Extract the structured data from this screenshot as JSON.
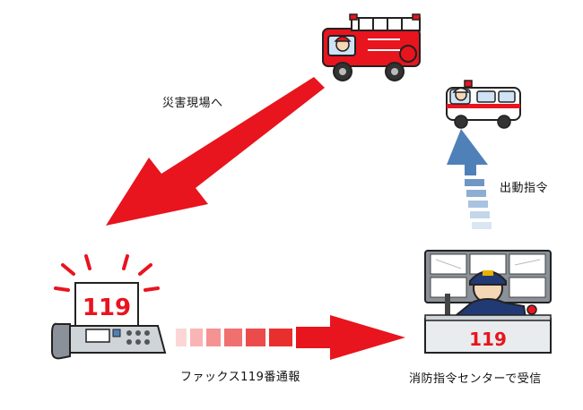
{
  "labels": {
    "to_disaster_site": "災害現場へ",
    "dispatch_order": "出動指令",
    "fax_report": "ファックス119番通報",
    "received_by_center": "消防指令センターで受信"
  },
  "fax": {
    "sheet_number": "119"
  },
  "center": {
    "desk_number": "119"
  },
  "colors": {
    "red": "#e8141e",
    "light_red": "#f9a8a8",
    "blue": "#4f81b8",
    "light_blue": "#c7dbee",
    "dark_blue": "#223a74",
    "gray": "#8a9198"
  },
  "icons": [
    "fire-truck-icon",
    "ambulance-icon",
    "fax-machine-icon",
    "dispatcher-icon"
  ]
}
